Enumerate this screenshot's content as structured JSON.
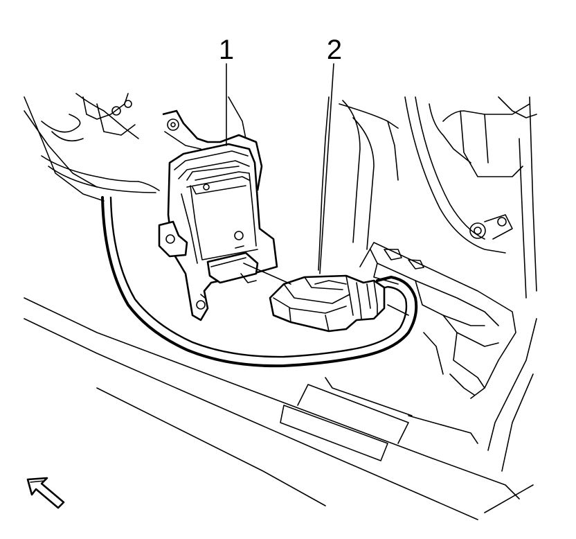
{
  "callouts": [
    {
      "number": "1",
      "part": "module"
    },
    {
      "number": "2",
      "part": "connector"
    }
  ],
  "icons": {
    "direction": "front-direction-arrow-icon"
  }
}
